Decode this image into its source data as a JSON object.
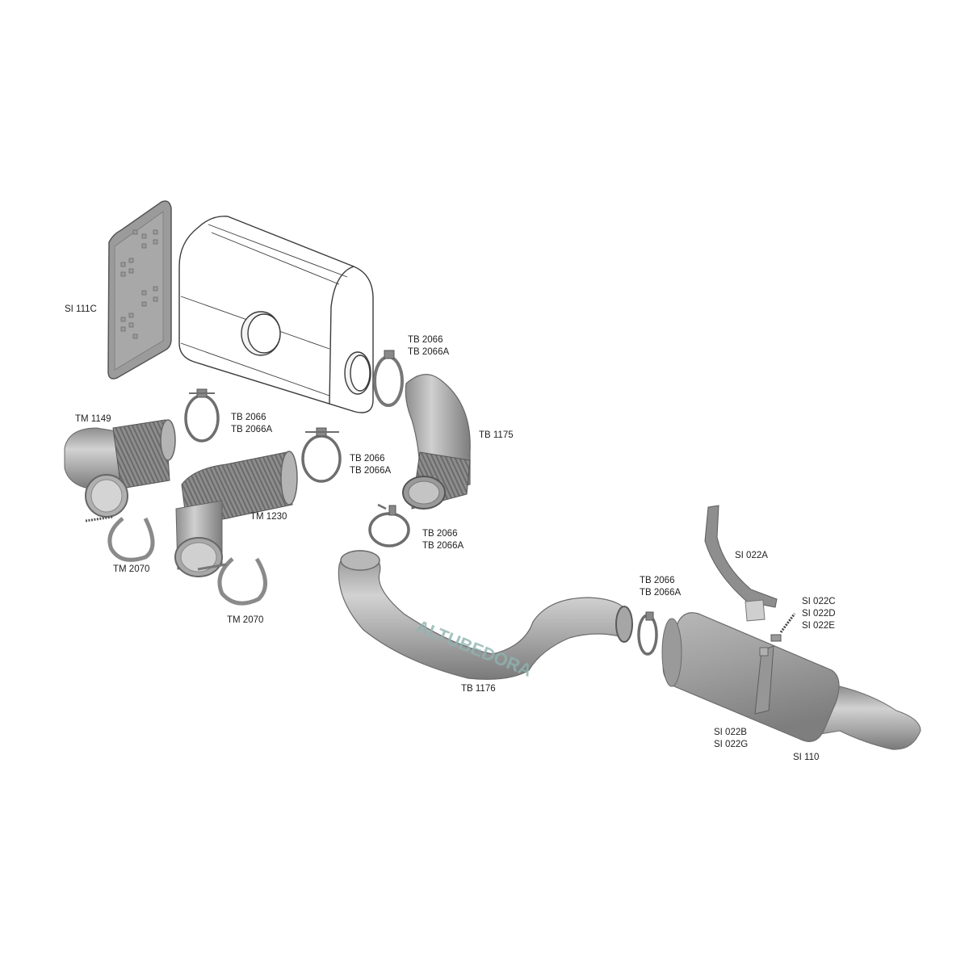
{
  "diagram": {
    "type": "exploded parts diagram",
    "subject": "exhaust system",
    "colors": {
      "background": "#ffffff",
      "part_fill": "#a9a9a9",
      "part_dark": "#7d7d7d",
      "part_light": "#cfcfcf",
      "outline": "#3a3a3a",
      "watermark": "#8fb3b0",
      "label_text": "#1e1e1e"
    },
    "watermark_text": "ALTUBEDORA",
    "parts": [
      {
        "id": "heat-shield",
        "labels": [
          "SI 111C"
        ]
      },
      {
        "id": "silencer-box",
        "labels": []
      },
      {
        "id": "clamp-top",
        "labels": [
          "TB 2066",
          "TB 2066A"
        ]
      },
      {
        "id": "elbow-pipe",
        "labels": [
          "TB 1175"
        ]
      },
      {
        "id": "flex-pipe-left",
        "labels": [
          "TM 1149"
        ]
      },
      {
        "id": "clamp-mid-left",
        "labels": [
          "TB 2066",
          "TB 2066A"
        ]
      },
      {
        "id": "clamp-mid-right",
        "labels": [
          "TB 2066",
          "TB 2066A"
        ]
      },
      {
        "id": "flex-pipe-center",
        "labels": [
          "TM 1230"
        ]
      },
      {
        "id": "v-clamp-left",
        "labels": [
          "TM 2070"
        ]
      },
      {
        "id": "v-clamp-center",
        "labels": [
          "TM 2070"
        ]
      },
      {
        "id": "clamp-lower",
        "labels": [
          "TB 2066",
          "TB 2066A"
        ]
      },
      {
        "id": "s-pipe",
        "labels": [
          "TB 1176"
        ]
      },
      {
        "id": "clamp-rear",
        "labels": [
          "TB 2066",
          "TB 2066A"
        ]
      },
      {
        "id": "bracket",
        "labels": [
          "SI 022A"
        ]
      },
      {
        "id": "bolt-set",
        "labels": [
          "SI 022C",
          "SI 022D",
          "SI 022E"
        ]
      },
      {
        "id": "strap",
        "labels": [
          "SI 022B",
          "SI 022G"
        ]
      },
      {
        "id": "rear-muffler",
        "labels": [
          "SI 110"
        ]
      }
    ]
  }
}
